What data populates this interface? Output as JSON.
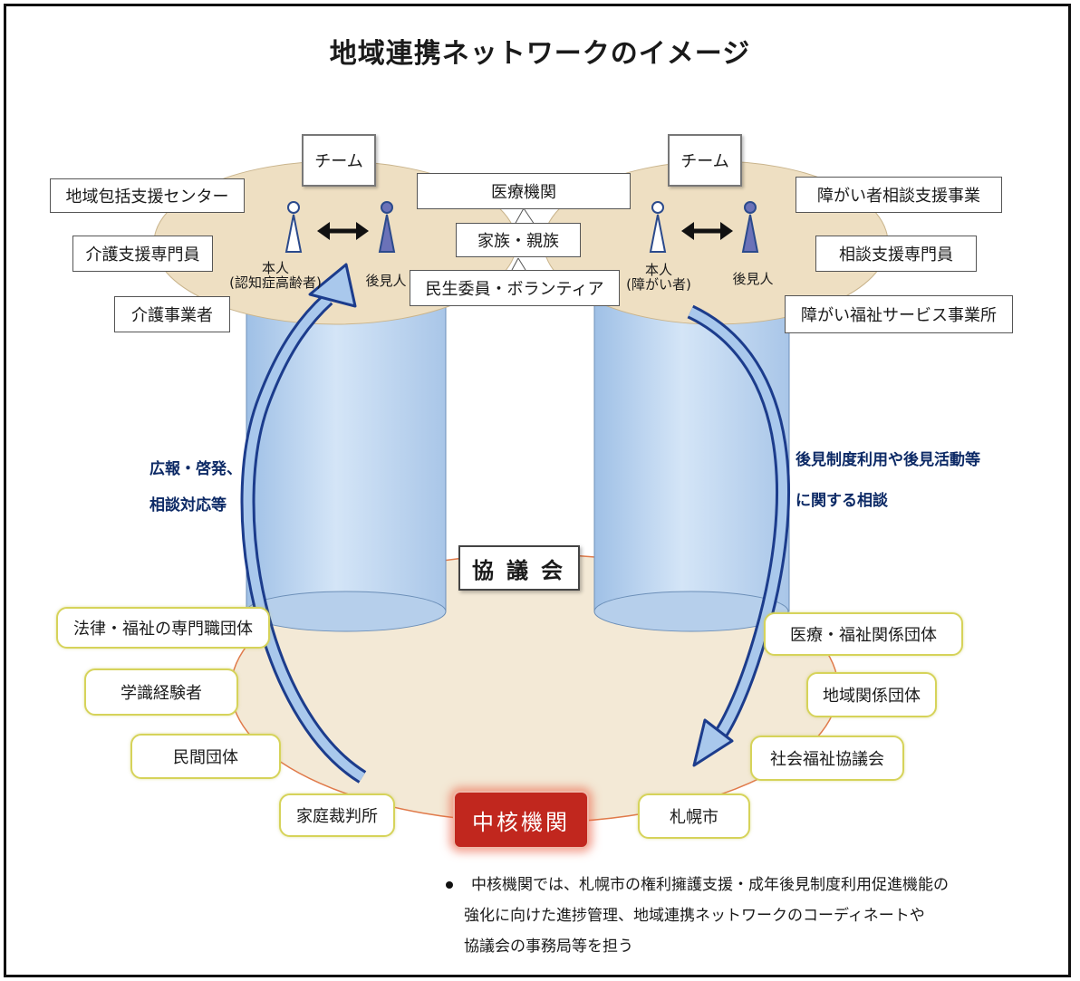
{
  "title": "地域連携ネットワークのイメージ",
  "team_left": "チーム",
  "team_right": "チーム",
  "left_boxes": [
    "地域包括支援センター",
    "介護支援専門員",
    "介護事業者"
  ],
  "right_boxes": [
    "障がい者相談支援事業",
    "相談支援専門員",
    "障がい福祉サービス事業所"
  ],
  "center_boxes": [
    "医療機関",
    "家族・親族",
    "民生委員・ボランティア"
  ],
  "left_person_label": [
    "本人",
    "(認知症高齢者)"
  ],
  "left_guardian_label": "後見人",
  "right_person_label": [
    "本人",
    "(障がい者)"
  ],
  "right_guardian_label": "後見人",
  "left_arrow_text": [
    "広報・啓発、",
    "相談対応等"
  ],
  "right_arrow_text": [
    "後見制度利用や後見活動等",
    "に関する相談"
  ],
  "council": "協議会",
  "core": "中核機関",
  "lower_left": [
    "法律・福祉の専門職団体",
    "学識経験者",
    "民間団体",
    "家庭裁判所"
  ],
  "lower_right": [
    "医療・福祉関係団体",
    "地域関係団体",
    "社会福祉協議会",
    "札幌市"
  ],
  "note_lines": [
    "中核機関では、札幌市の権利擁護支援・成年後見制度利用促進機能の",
    "強化に向けた進捗管理、地域連携ネットワークのコーディネートや",
    "協議会の事務局等を担う"
  ],
  "colors": {
    "ellipse_fill": "#f0e2c6",
    "cylinder_fill": "#bdd5ef",
    "arrow_blue": "#1c3c8c",
    "core_red": "#c1271e",
    "yellow_border": "#d6d35a"
  }
}
